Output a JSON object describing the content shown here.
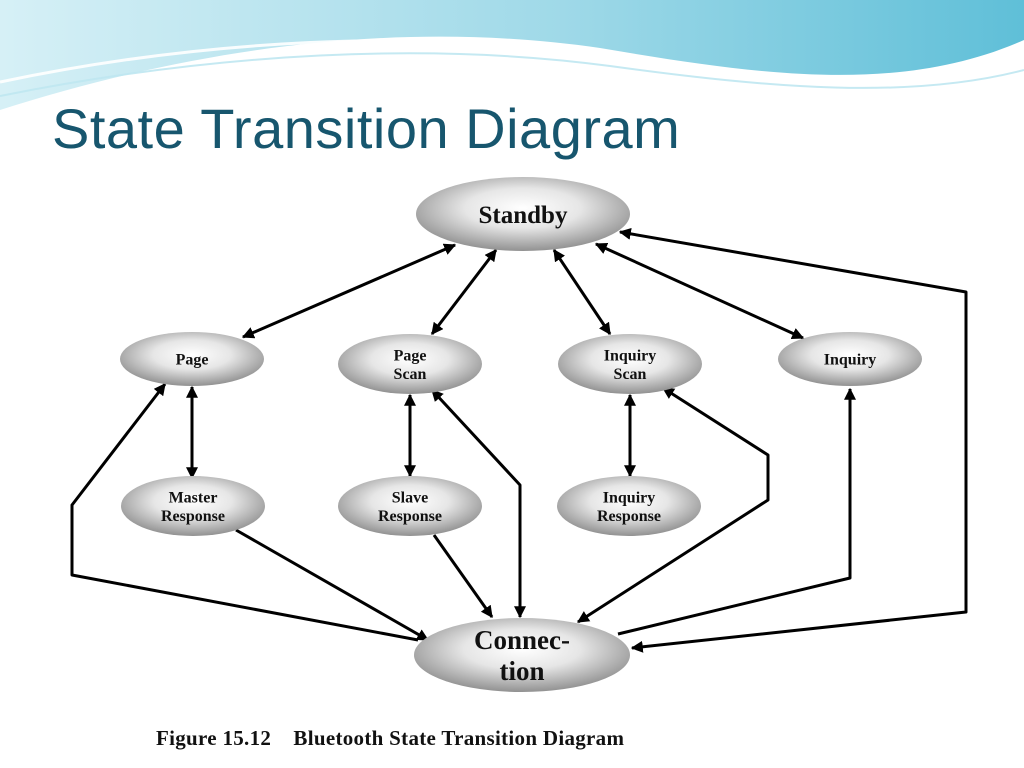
{
  "slide": {
    "title": "State Transition Diagram",
    "caption_figure": "Figure 15.12",
    "caption_text": "Bluetooth State Transition Diagram",
    "title_color": "#17566e",
    "banner_colors": [
      "#d6f0f6",
      "#9fd9e8",
      "#5fbfd8"
    ]
  },
  "diagram": {
    "nodes": [
      {
        "id": "standby",
        "lines": [
          "Standby"
        ]
      },
      {
        "id": "page",
        "lines": [
          "Page"
        ]
      },
      {
        "id": "page-scan",
        "lines": [
          "Page",
          "Scan"
        ]
      },
      {
        "id": "inquiry-scan",
        "lines": [
          "Inquiry",
          "Scan"
        ]
      },
      {
        "id": "inquiry",
        "lines": [
          "Inquiry"
        ]
      },
      {
        "id": "master-response",
        "lines": [
          "Master",
          "Response"
        ]
      },
      {
        "id": "slave-response",
        "lines": [
          "Slave",
          "Response"
        ]
      },
      {
        "id": "inquiry-response",
        "lines": [
          "Inquiry",
          "Response"
        ]
      },
      {
        "id": "connection",
        "lines": [
          "Connec-",
          "tion"
        ]
      }
    ],
    "edges": [
      {
        "from": "standby",
        "to": "page",
        "bidirectional": true
      },
      {
        "from": "standby",
        "to": "page-scan",
        "bidirectional": true
      },
      {
        "from": "standby",
        "to": "inquiry-scan",
        "bidirectional": true
      },
      {
        "from": "standby",
        "to": "inquiry",
        "bidirectional": true
      },
      {
        "from": "page",
        "to": "master-response",
        "bidirectional": true
      },
      {
        "from": "page-scan",
        "to": "slave-response",
        "bidirectional": true
      },
      {
        "from": "inquiry-scan",
        "to": "inquiry-response",
        "bidirectional": true
      },
      {
        "from": "master-response",
        "to": "connection",
        "bidirectional": false
      },
      {
        "from": "slave-response",
        "to": "connection",
        "bidirectional": false
      },
      {
        "from": "connection",
        "to": "page",
        "bidirectional": false
      },
      {
        "from": "page-scan",
        "to": "connection",
        "bidirectional": true
      },
      {
        "from": "connection",
        "to": "inquiry-scan",
        "bidirectional": true
      },
      {
        "from": "connection",
        "to": "inquiry",
        "bidirectional": false
      },
      {
        "from": "connection",
        "to": "standby",
        "bidirectional": true
      }
    ]
  }
}
